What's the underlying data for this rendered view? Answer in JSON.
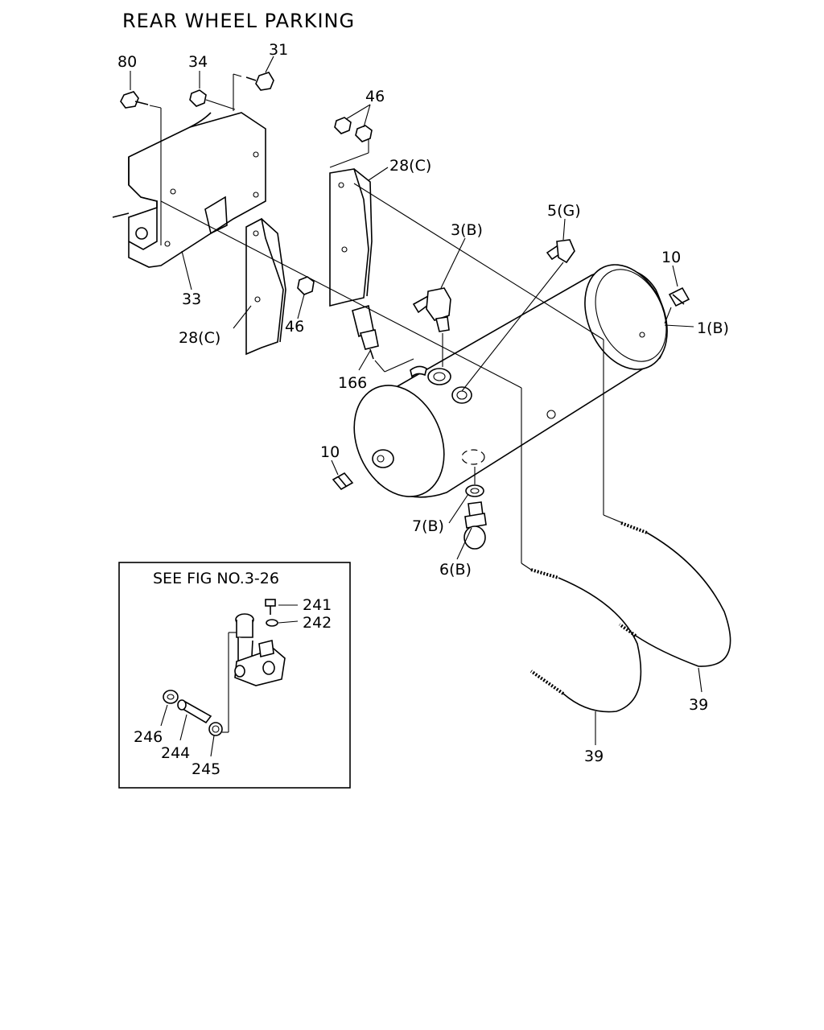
{
  "title": "REAR WHEEL PARKING",
  "inset": {
    "title": "SEE FIG NO.3-26"
  },
  "labels": {
    "p80": "80",
    "p34": "34",
    "p31": "31",
    "p46_top": "46",
    "p28c_top": "28(C)",
    "p3b": "3(B)",
    "p5g": "5(G)",
    "p10_right": "10",
    "p1b": "1(B)",
    "p33": "33",
    "p28c_left": "28(C)",
    "p46_mid": "46",
    "p166": "166",
    "p10_left": "10",
    "p7b": "7(B)",
    "p6b": "6(B)",
    "p39_right": "39",
    "p39_bottom": "39",
    "p241": "241",
    "p242": "242",
    "p246": "246",
    "p244": "244",
    "p245": "245"
  }
}
